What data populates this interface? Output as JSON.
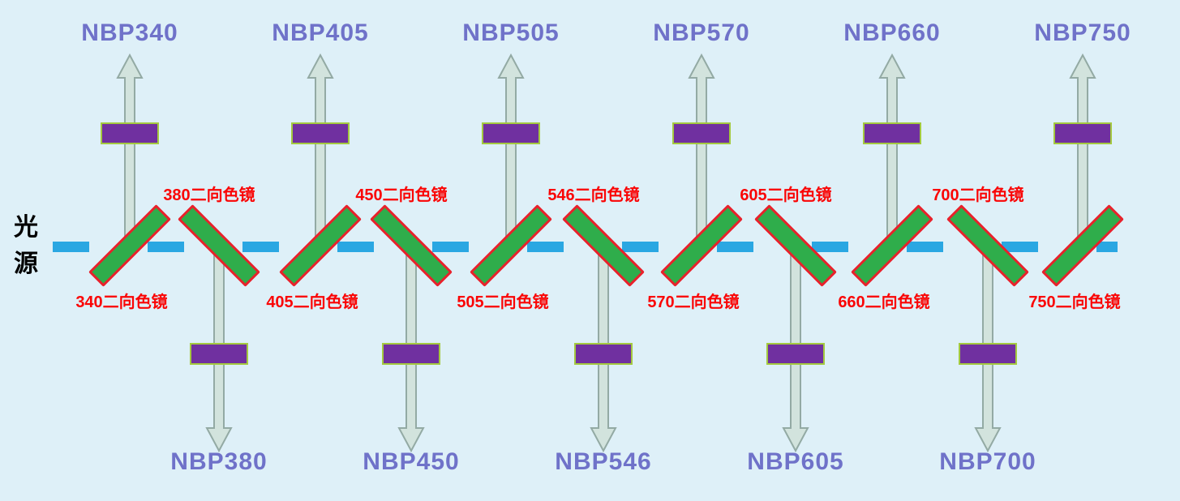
{
  "source_label": "光源",
  "icons": {
    "up_arrow": "arrow-up",
    "down_arrow": "arrow-down"
  },
  "colors": {
    "background": "#def0f8",
    "beam_dash": "#2aa7e2",
    "mirror_fill": "#2fad4b",
    "mirror_border": "#e8212b",
    "arrow_fill": "#d2e3dd",
    "arrow_border": "#93aaa4",
    "filter_fill": "#7030a0",
    "filter_border": "#a4c93f",
    "output_label": "#6f72c9",
    "mirror_label": "#fa0505",
    "source_label": "#000000"
  },
  "up_channels": [
    {
      "output_label": "NBP340",
      "mirror_label": "340二向色镜"
    },
    {
      "output_label": "NBP405",
      "mirror_label": "405二向色镜"
    },
    {
      "output_label": "NBP505",
      "mirror_label": "505二向色镜"
    },
    {
      "output_label": "NBP570",
      "mirror_label": "570二向色镜"
    },
    {
      "output_label": "NBP660",
      "mirror_label": "660二向色镜"
    },
    {
      "output_label": "NBP750",
      "mirror_label": "750二向色镜"
    }
  ],
  "down_channels": [
    {
      "output_label": "NBP380",
      "mirror_label": "380二向色镜"
    },
    {
      "output_label": "NBP450",
      "mirror_label": "450二向色镜"
    },
    {
      "output_label": "NBP546",
      "mirror_label": "546二向色镜"
    },
    {
      "output_label": "NBP605",
      "mirror_label": "605二向色镜"
    },
    {
      "output_label": "NBP700",
      "mirror_label": "700二向色镜"
    }
  ]
}
